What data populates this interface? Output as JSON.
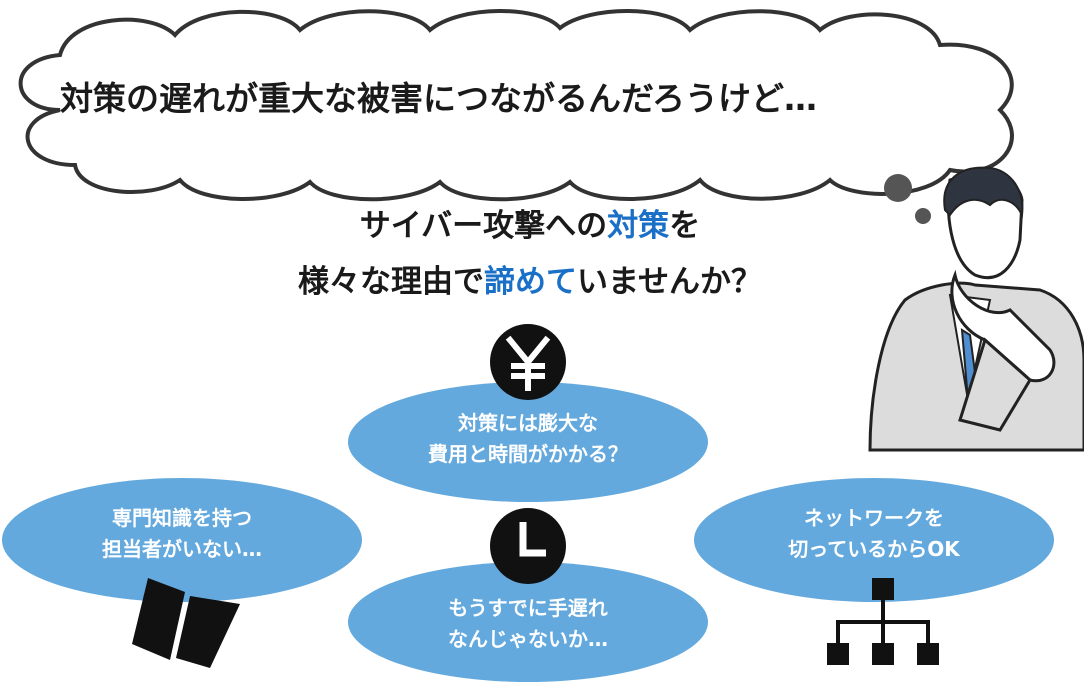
{
  "thought_bubble": {
    "text": "対策の遅れが重大な被害につながるんだろうけど…"
  },
  "headline": {
    "line1": {
      "a": "サイバー攻撃への",
      "accent": "対策",
      "b": "を"
    },
    "line2": {
      "a": "様々な理由で",
      "accent": "諦めて",
      "b": "いませんか？"
    }
  },
  "reasons": {
    "cost": {
      "line1": "対策には膨大な",
      "line2": "費用と時間がかかる？",
      "icon": "yen-icon"
    },
    "staff": {
      "line1": "専門知識を持つ",
      "line2": "担当者がいない…",
      "icon": "book-icon"
    },
    "late": {
      "line1": "もうすでに手遅れ",
      "line2": "なんじゃないか…",
      "icon": "clock-icon"
    },
    "network": {
      "line1": "ネットワークを",
      "line2": "切っているからOK",
      "icon": "network-icon"
    }
  },
  "colors": {
    "bubble": "#64a9dd",
    "accent": "#1a6fc7",
    "icon": "#111111",
    "cloud_stroke": "#333333",
    "shirt": "#4f8fd1",
    "suit": "#dcdcdc"
  }
}
